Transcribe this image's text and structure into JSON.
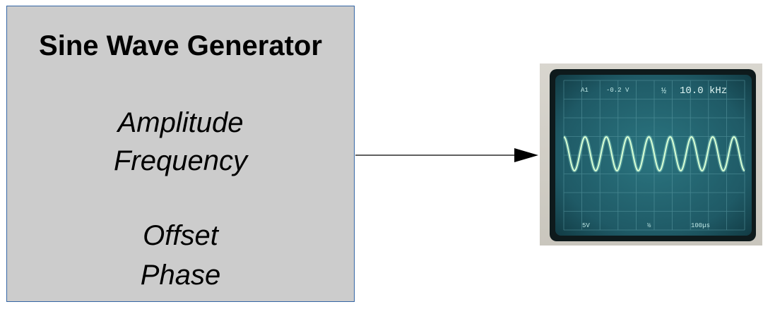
{
  "generator": {
    "title": "Sine Wave Generator",
    "parameters": [
      "Amplitude",
      "Frequency",
      "Offset",
      "Phase"
    ]
  },
  "oscilloscope": {
    "channel": "A1",
    "offset_reading": "-0.2 V",
    "trigger": "½",
    "frequency_reading": "10.0 kHz",
    "volts_per_div": "5V",
    "time_per_div": "100µs",
    "cycles_shown": 8.5
  },
  "colors": {
    "box_fill": "#cccccc",
    "box_border": "#3465a4",
    "trace": "#d8ffd4",
    "screen": "#1f5a66"
  }
}
